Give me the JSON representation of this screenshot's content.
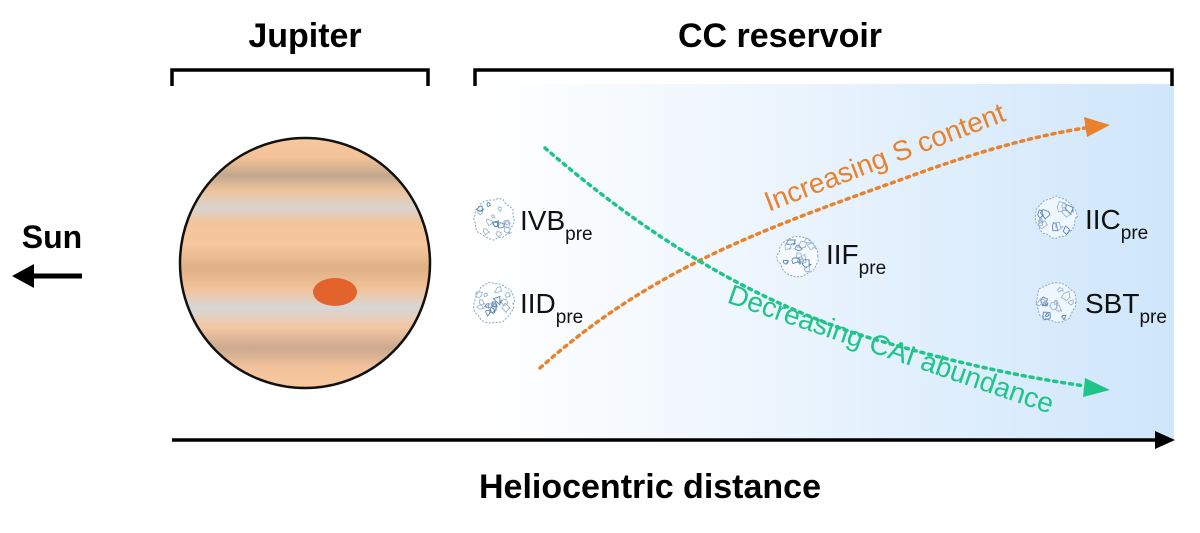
{
  "labels": {
    "jupiter": "Jupiter",
    "cc_reservoir": "CC reservoir",
    "sun": "Sun",
    "heliocentric_distance": "Heliocentric distance",
    "increasing_s": "Increasing S content",
    "decreasing_cai": "Decreasing CAI abundance"
  },
  "meteorites": [
    {
      "name": "IVB",
      "sub": "pre"
    },
    {
      "name": "IID",
      "sub": "pre"
    },
    {
      "name": "IIF",
      "sub": "pre"
    },
    {
      "name": "IIC",
      "sub": "pre"
    },
    {
      "name": "SBT",
      "sub": "pre"
    }
  ],
  "colors": {
    "orange_trend": "#e8822d",
    "green_trend": "#1fc489",
    "gradient_start": "#ffffff",
    "gradient_end": "#cfe6fb",
    "jupiter_spot": "#e3632d",
    "text": "#111111"
  },
  "icons": {
    "meteorite": "meteorite-icon",
    "sun_arrow": "arrow-left-icon"
  }
}
